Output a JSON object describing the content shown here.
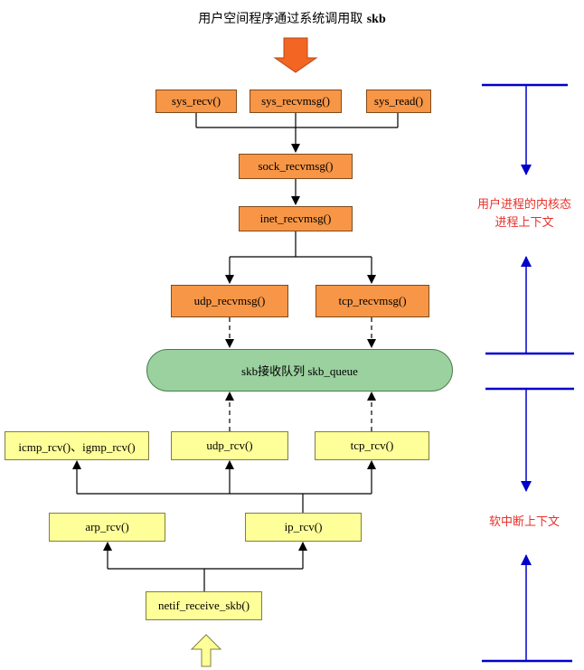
{
  "title": {
    "prefix": "用户空间程序通过系统调用取",
    "skb": "skb"
  },
  "syscalls": [
    "sys_recv()",
    "sys_recvmsg()",
    "sys_read()"
  ],
  "sock_recvmsg": "sock_recvmsg()",
  "inet_recvmsg": "inet_recvmsg()",
  "udp_recvmsg": "udp_recvmsg()",
  "tcp_recvmsg": "tcp_recvmsg()",
  "queue": "skb接收队列 skb_queue",
  "icmp_rcv": "icmp_rcv()、igmp_rcv()",
  "udp_rcv": "udp_rcv()",
  "tcp_rcv": "tcp_rcv()",
  "arp_rcv": "arp_rcv()",
  "ip_rcv": "ip_rcv()",
  "netif_receive_skb": "netif_receive_skb()",
  "context_labels": {
    "user_line1": "用户进程的内核态",
    "user_line2": "进程上下文",
    "softirq": "软中断上下文"
  },
  "colors": {
    "orange": "#f79646",
    "yellow": "#ffff99",
    "green": "#9bd09f",
    "blue": "#0000cc",
    "red": "#e8302a",
    "big_arrow": "#f26522"
  }
}
